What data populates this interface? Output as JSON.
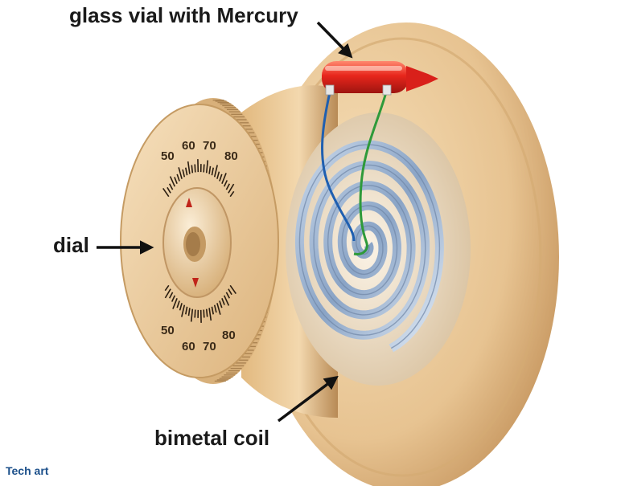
{
  "labels": {
    "vial": "glass vial with Mercury",
    "dial": "dial",
    "coil": "bimetal coil",
    "credit": "Tech art"
  },
  "dial_scale": {
    "top": [
      "50",
      "60",
      "70",
      "80"
    ],
    "bottom": [
      "50",
      "60",
      "70",
      "80"
    ]
  },
  "colors": {
    "housing": "#e9c896",
    "housing_dark": "#b98d58",
    "coil": "#9fb6d2",
    "vial": "#e8261c",
    "wire_blue": "#1f5fb0",
    "wire_green": "#2e9a3a",
    "pointer": "#c0241a"
  },
  "icons": {
    "pointer_top": "triangle-up",
    "pointer_bottom": "triangle-down",
    "callout": "arrow"
  }
}
